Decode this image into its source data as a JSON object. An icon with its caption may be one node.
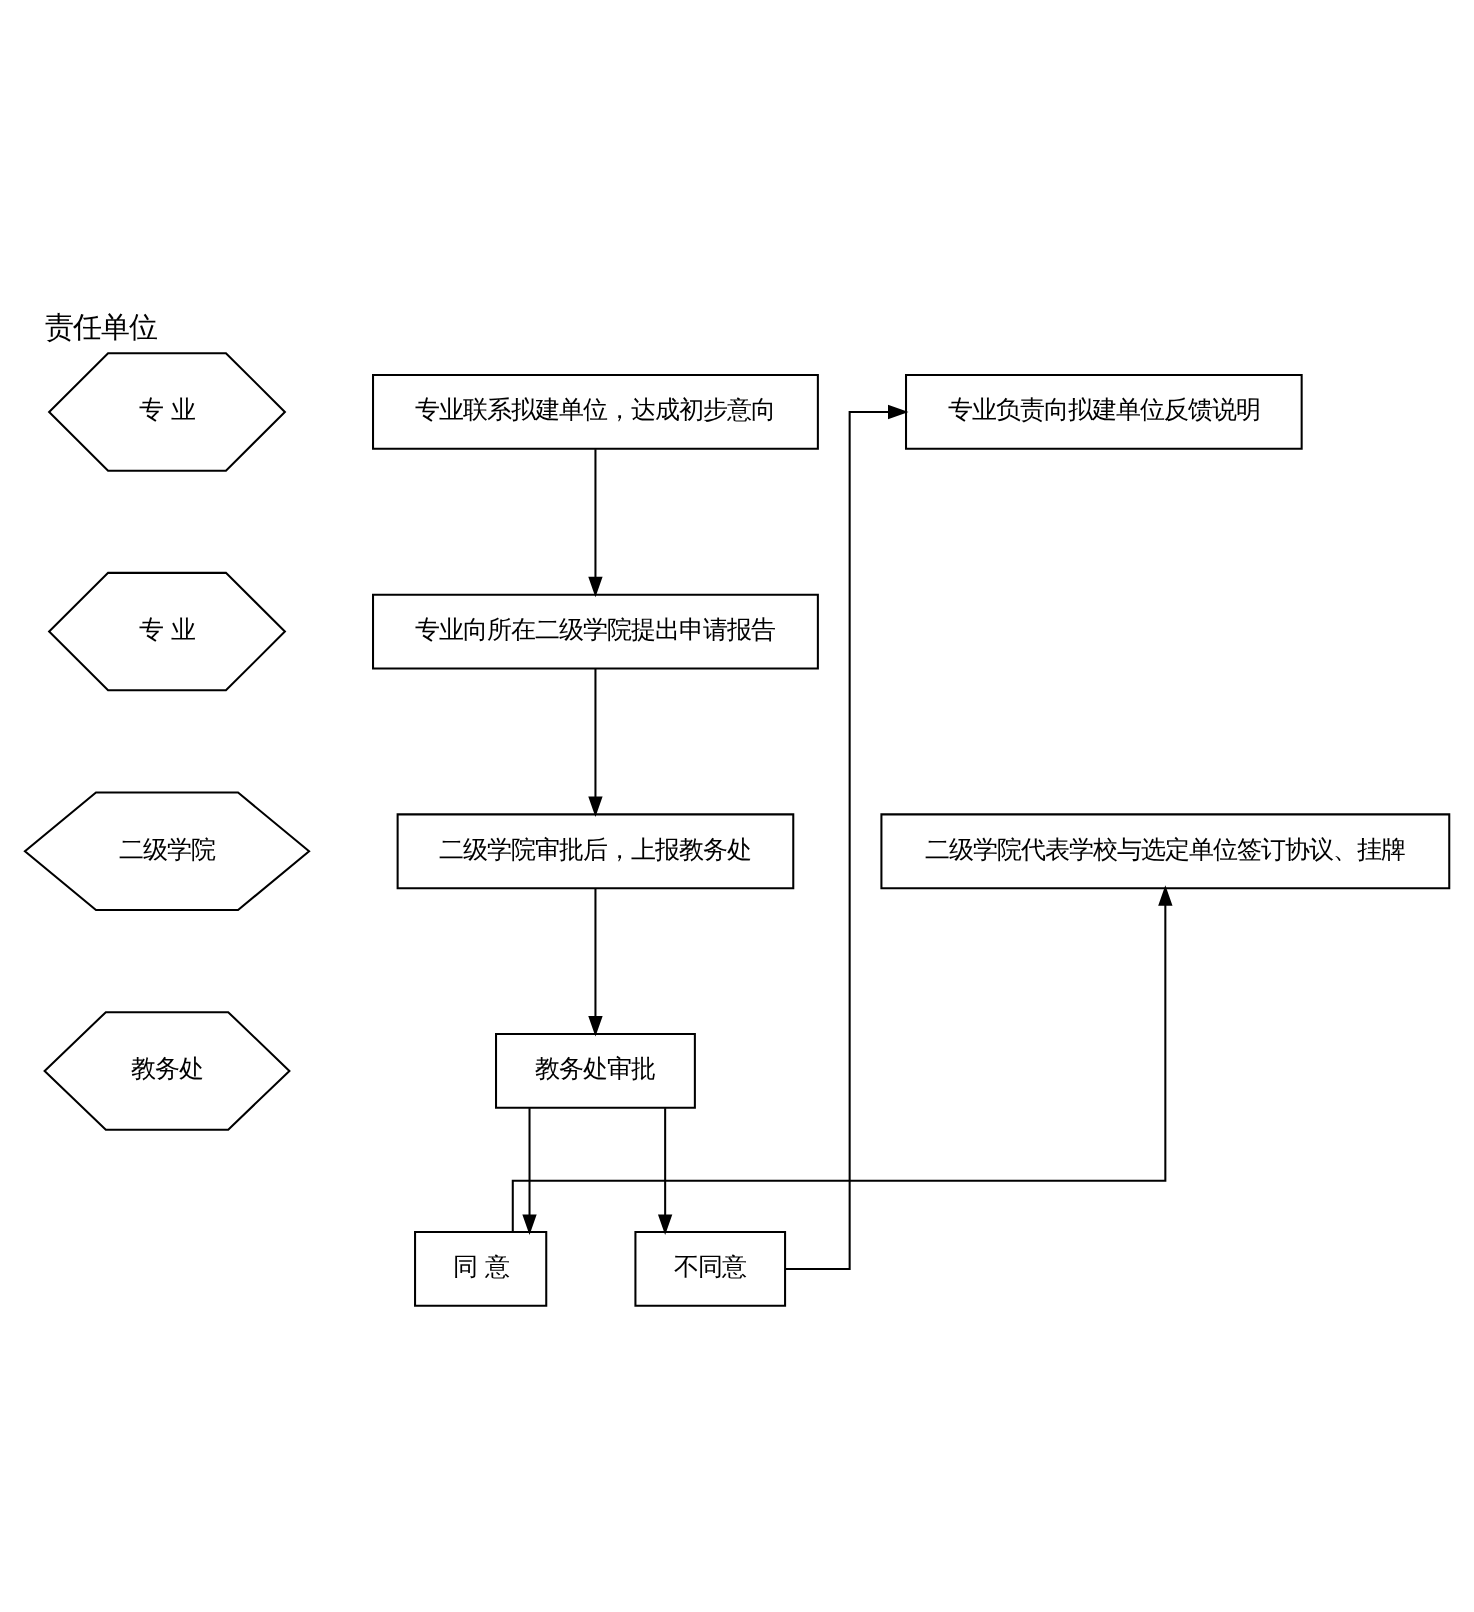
{
  "diagram": {
    "title": "责任单位",
    "nodes": [
      {
        "text": [
          "专 业"
        ]
      },
      {
        "text": [
          "专 业"
        ]
      },
      {
        "text": [
          "二级学院"
        ]
      },
      {
        "text": [
          "教务处"
        ]
      },
      {
        "text": [
          "专业联系拟建单位，达成初步意向"
        ]
      },
      {
        "text": [
          "专业负责向拟建单位反馈说明"
        ]
      },
      {
        "text": [
          "专业向所在二级学院提出申请报告"
        ]
      },
      {
        "text": [
          "二级学院审批后，上报教务处"
        ]
      },
      {
        "text": [
          "二级学院代表学校与选定单位签订协议、挂牌"
        ]
      },
      {
        "text": [
          "教务处审批"
        ]
      },
      {
        "text": [
          "同 意"
        ]
      },
      {
        "text": [
          "不同意"
        ]
      }
    ],
    "edges": [
      {
        "from": 4,
        "to": 6,
        "arrow": "to"
      },
      {
        "from": 6,
        "to": 7,
        "arrow": "to"
      },
      {
        "from": 7,
        "to": 9,
        "arrow": "to"
      },
      {
        "from": 9,
        "to": 10,
        "arrow": "to"
      },
      {
        "from": 9,
        "to": 11,
        "arrow": "to"
      },
      {
        "from": 10,
        "to": 8,
        "arrow": "to"
      },
      {
        "from": 11,
        "to": 5,
        "arrow": "to"
      }
    ]
  }
}
